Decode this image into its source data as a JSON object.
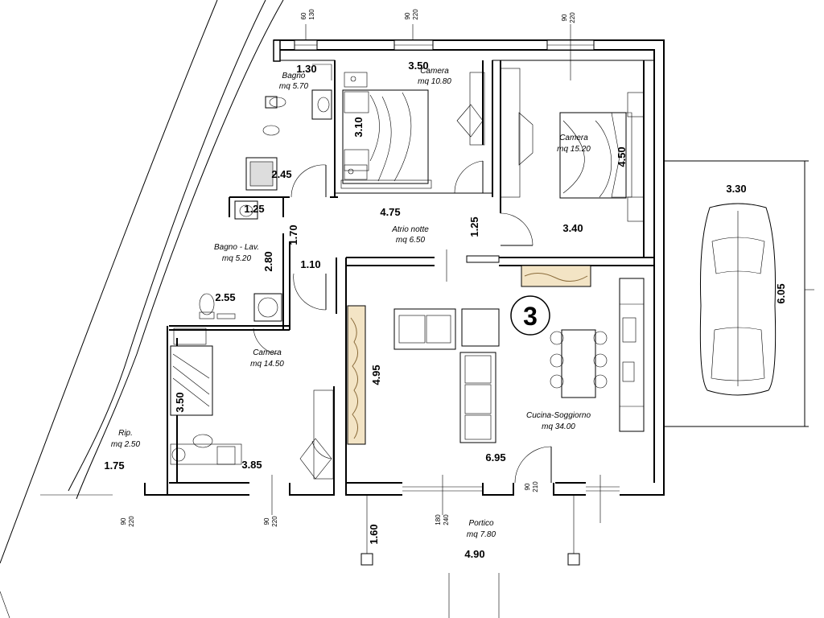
{
  "unit_number": "3",
  "rooms": {
    "bagno": {
      "name": "Bagno",
      "area": "mq 5.70"
    },
    "camera_small": {
      "name": "Camera",
      "area": "mq 10.80"
    },
    "camera_master": {
      "name": "Camera",
      "area": "mq 15.20"
    },
    "atrio": {
      "name": "Atrio notte",
      "area": "mq 6.50"
    },
    "bagno_lav": {
      "name": "Bagno - Lav.",
      "area": "mq 5.20"
    },
    "camera_west": {
      "name": "Camera",
      "area": "mq 14.50"
    },
    "cucina": {
      "name": "Cucina-Soggiorno",
      "area": "mq 34.00"
    },
    "rip": {
      "name": "Rip.",
      "area": "mq 2.50"
    },
    "portico": {
      "name": "Portico",
      "area": "mq 7.80"
    }
  },
  "dimensions": {
    "d1": "1.30",
    "d2": "3.50",
    "d3": "3.10",
    "d4": "4.50",
    "d5": "2.45",
    "d6": "1.25",
    "d7": "4.75",
    "d8": "1.25",
    "d9": "3.40",
    "d10": "3.30",
    "d11": "1.70",
    "d12": "2.80",
    "d13": "1.10",
    "d14": "2.55",
    "d15": "4.95",
    "d16": "6.05",
    "d17": "3.50",
    "d18": "3.85",
    "d19": "6.95",
    "d20": "1.75",
    "d21": "1.60",
    "d22": "4.90"
  },
  "openings": {
    "o1": [
      "60",
      "130"
    ],
    "o2": [
      "90",
      "220"
    ],
    "o3": [
      "90",
      "220"
    ],
    "o4": [
      "90",
      "220"
    ],
    "o5": [
      "90",
      "220"
    ],
    "o6": [
      "180",
      "240"
    ],
    "o7": [
      "90",
      "210"
    ]
  }
}
